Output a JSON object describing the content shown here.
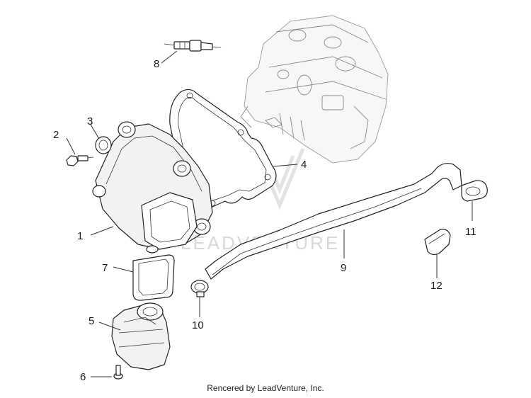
{
  "callouts": {
    "c1": "1",
    "c2": "2",
    "c3": "3",
    "c4": "4",
    "c5": "5",
    "c6": "6",
    "c7": "7",
    "c8": "8",
    "c9": "9",
    "c10": "10",
    "c11": "11",
    "c12": "12"
  },
  "watermark": "LEADVENTURE",
  "footer": "Rencered by LeadVenture, Inc."
}
